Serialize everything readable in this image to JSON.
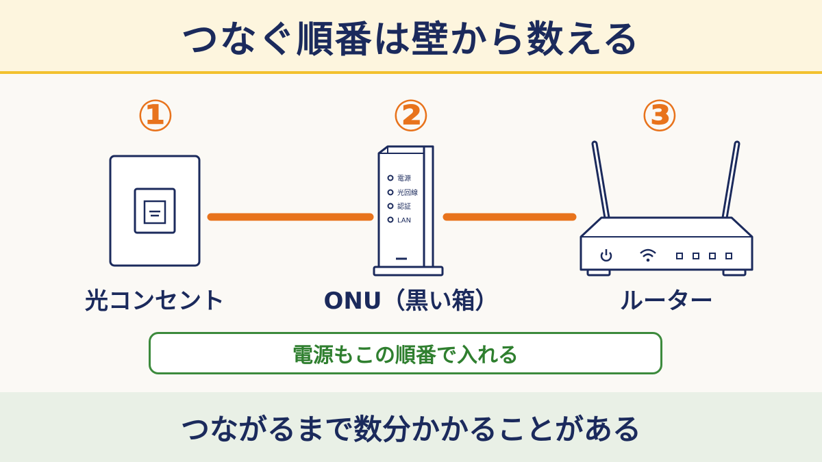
{
  "header": {
    "title": "つなぐ順番は壁から数える"
  },
  "steps": [
    {
      "number": "①",
      "label": "光コンセント"
    },
    {
      "number": "②",
      "label": "ONU（黒い箱）"
    },
    {
      "number": "③",
      "label": "ルーター"
    }
  ],
  "onu": {
    "leds": [
      "電源",
      "光回線",
      "認証",
      "LAN"
    ]
  },
  "note": {
    "text": "電源もこの順番で入れる"
  },
  "footer": {
    "text": "つながるまで数分かかることがある"
  },
  "colors": {
    "accent_orange": "#e8731c",
    "navy": "#1b2a5c",
    "header_bg": "#fdf5de",
    "header_rule": "#f2c12e",
    "note_green": "#2f7f2f",
    "footer_bg": "#e9f0e6"
  }
}
